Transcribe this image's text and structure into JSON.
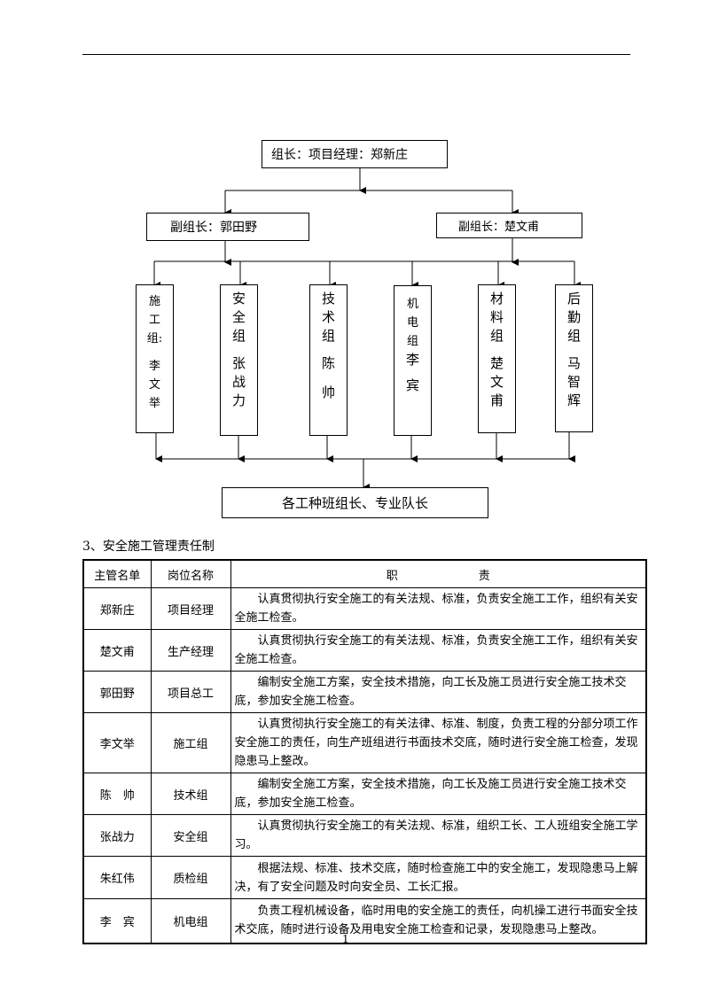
{
  "org_chart": {
    "leader": "组长：项目经理：郑新庄",
    "deputy_left": "副组长：郭田野",
    "deputy_right": "副组长：楚文甫",
    "groups": [
      {
        "role": [
          "施",
          "工",
          "组:"
        ],
        "name": [
          "李",
          "文",
          "举"
        ]
      },
      {
        "role": [
          "安",
          "全",
          "组"
        ],
        "name": [
          "张",
          "战",
          "力"
        ]
      },
      {
        "role": [
          "技",
          "术",
          "组"
        ],
        "name": [
          "陈",
          "帅"
        ]
      },
      {
        "role": [
          "机",
          "电",
          "组"
        ],
        "name": [
          "李",
          "宾"
        ]
      },
      {
        "role": [
          "材",
          "料",
          "组"
        ],
        "name": [
          "楚",
          "文",
          "甫"
        ]
      },
      {
        "role": [
          "后",
          "勤",
          "组"
        ],
        "name": [
          "马",
          "智",
          "辉"
        ]
      }
    ],
    "bottom": "各工种班组长、专业队长"
  },
  "section_title": "3、安全施工管理责任制",
  "table": {
    "headers": [
      "主管名单",
      "岗位名称",
      "职　　　　　　　责"
    ],
    "rows": [
      {
        "name": "郑新庄",
        "position": "项目经理",
        "duty": "认真贯彻执行安全施工的有关法规、标准，负责安全施工工作，组织有关安全施工检查。"
      },
      {
        "name": "楚文甫",
        "position": "生产经理",
        "duty": "认真贯彻执行安全施工的有关法规、标准，负责安全施工工作，组织有关安全施工检查。"
      },
      {
        "name": "郭田野",
        "position": "项目总工",
        "duty": "编制安全施工方案，安全技术措施，向工长及施工员进行安全施工技术交底，参加安全施工检查。"
      },
      {
        "name": "李文举",
        "position": "施工组",
        "duty": "认真贯彻执行安全施工的有关法律、标准、制度，负责工程的分部分项工作安全施工的责任，向生产班组进行书面技术交底，随时进行安全施工检查，发现隐患马上整改。"
      },
      {
        "name": "陈　帅",
        "position": "技术组",
        "duty": "编制安全施工方案，安全技术措施，向工长及施工员进行安全施工技术交底，参加安全施工检查。"
      },
      {
        "name": "张战力",
        "position": "安全组",
        "duty": "认真贯彻执行安全施工的有关法规、标准，组织工长、工人班组安全施工学习。"
      },
      {
        "name": "朱红伟",
        "position": "质检组",
        "duty": "根据法规、标准、技术交底，随时检查施工中的安全施工，发现隐患马上解决，有了安全问题及时向安全员、工长汇报。"
      },
      {
        "name": "李　宾",
        "position": "机电组",
        "duty": "负责工程机械设备，临时用电的安全施工的责任，向机操工进行书面安全技术交底，随时进行设备及用电安全施工检查和记录，发现隐患马上整改。"
      }
    ]
  },
  "page_number": "1"
}
